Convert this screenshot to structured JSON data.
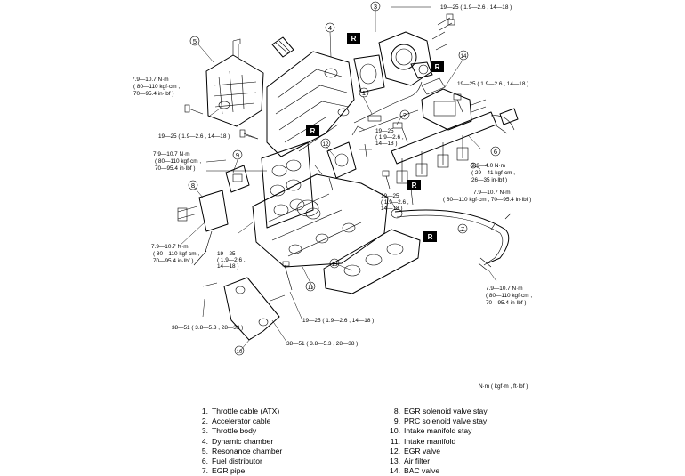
{
  "torque_specs": {
    "throttle_body_top": "19—25 ( 1.9—2.6 , 14—18 )",
    "bac_valve": "19—25 ( 1.9—2.6 , 14—18 )",
    "air_filter_line1": "7.9—10.7 N·m",
    "air_filter_line2": "( 80—110 kgf·cm ,",
    "air_filter_line3": "70—95.4 in·lbf )",
    "manifold_left": "19—25 ( 1.9—2.6 , 14—18 )",
    "egr_valve_line1": "19—25",
    "egr_valve_line2": "( 1.9—2.6 ,",
    "egr_valve_line3": "14—18 )",
    "prc_line1": "7.9—10.7 N·m",
    "prc_line2": "( 80—110 kgf·cm ,",
    "prc_line3": "70—95.4 in·lbf )",
    "fuel_dist_line1": "2.9—4.0 N·m",
    "fuel_dist_line2": "( 29—41 kgf·cm ,",
    "fuel_dist_line3": "26—35 in·lbf )",
    "egr_pipe_top": "7.9—10.7 N·m",
    "egr_pipe_top2": "( 80—110 kgf·cm , 70—95.4 in·lbf )",
    "manifold_center_line1": "19—25",
    "manifold_center_line2": "( 1.9—2.6 ,",
    "manifold_center_line3": "14—18 )",
    "egr_solenoid_line1": "7.9—10.7 N·m",
    "egr_solenoid_line2": "( 80—110 kgf·cm ,",
    "egr_solenoid_line3": "70—95.4 in·lbf )",
    "stay_bolt_line1": "19—25",
    "stay_bolt_line2": "( 1.9—2.6 ,",
    "stay_bolt_line3": "14—18 )",
    "egr_pipe_bottom_line1": "7.9—10.7 N·m",
    "egr_pipe_bottom_line2": "( 80—110 kgf·cm ,",
    "egr_pipe_bottom_line3": "70—95.4 in·lbf )",
    "manifold_bottom": "19—25 ( 1.9—2.6 , 14—18 )",
    "stay_left": "38—51 ( 3.8—5.3 , 28—38 )",
    "stay_bottom": "38—51 ( 3.8—5.3 , 28—38 )"
  },
  "callouts": [
    "1",
    "2",
    "3",
    "4",
    "5",
    "6",
    "7",
    "8",
    "9",
    "10",
    "11",
    "12",
    "13",
    "14"
  ],
  "replace_marker": "R",
  "units_note": "N·m ( kgf·m , ft·lbf )",
  "legend": {
    "left": [
      {
        "num": "1.",
        "label": "Throttle cable (ATX)"
      },
      {
        "num": "2.",
        "label": "Accelerator cable"
      },
      {
        "num": "3.",
        "label": "Throttle body"
      },
      {
        "num": "4.",
        "label": "Dynamic chamber"
      },
      {
        "num": "5.",
        "label": "Resonance chamber"
      },
      {
        "num": "6.",
        "label": "Fuel distributor"
      },
      {
        "num": "7.",
        "label": "EGR pipe"
      }
    ],
    "right": [
      {
        "num": "8.",
        "label": "EGR solenoid valve stay"
      },
      {
        "num": "9.",
        "label": "PRC solenoid valve stay"
      },
      {
        "num": "10.",
        "label": "Intake manifold stay"
      },
      {
        "num": "11.",
        "label": "Intake manifold"
      },
      {
        "num": "12.",
        "label": "EGR valve"
      },
      {
        "num": "13.",
        "label": "Air filter"
      },
      {
        "num": "14.",
        "label": "BAC valve"
      }
    ]
  }
}
